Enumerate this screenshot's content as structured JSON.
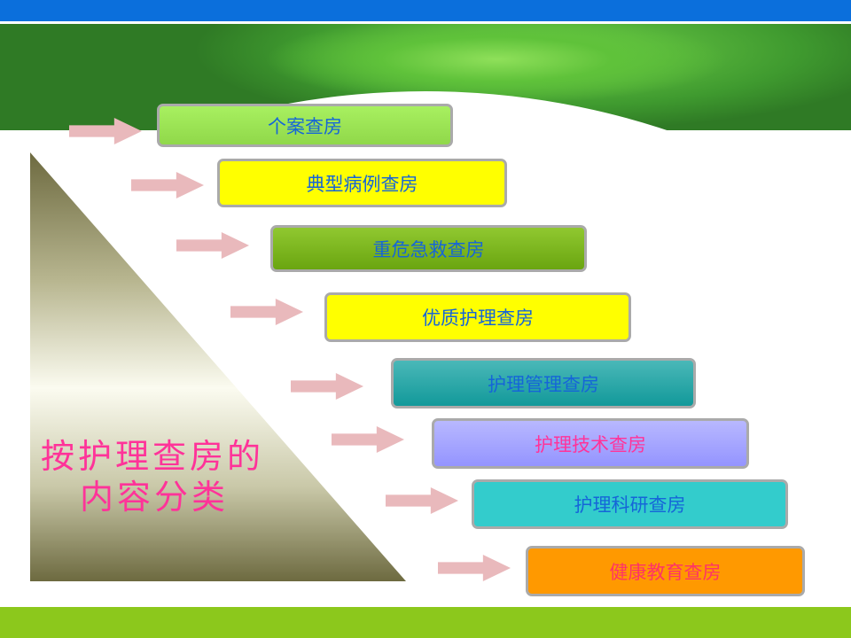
{
  "title": "按护理查房的内容分类",
  "title_lines": [
    "按护理查房的",
    "内容分类"
  ],
  "items": [
    {
      "label": "个案查房",
      "bg": "#9fe85a",
      "text_color": "#1565d8"
    },
    {
      "label": "典型病例查房",
      "bg": "#ffff00",
      "text_color": "#1565d8"
    },
    {
      "label": "重危急救查房",
      "bg": "#7cb518",
      "text_color": "#1565d8"
    },
    {
      "label": "优质护理查房",
      "bg": "#ffff00",
      "text_color": "#1565d8"
    },
    {
      "label": "护理管理查房",
      "bg": "#1aa3a3",
      "text_color": "#1565d8"
    },
    {
      "label": "护理技术查房",
      "bg": "#a4a4ff",
      "text_color": "#ff3399"
    },
    {
      "label": "护理科研查房",
      "bg": "#33cccc",
      "text_color": "#1565d8"
    },
    {
      "label": "健康教育查房",
      "bg": "#ff9900",
      "text_color": "#ff3366"
    }
  ]
}
